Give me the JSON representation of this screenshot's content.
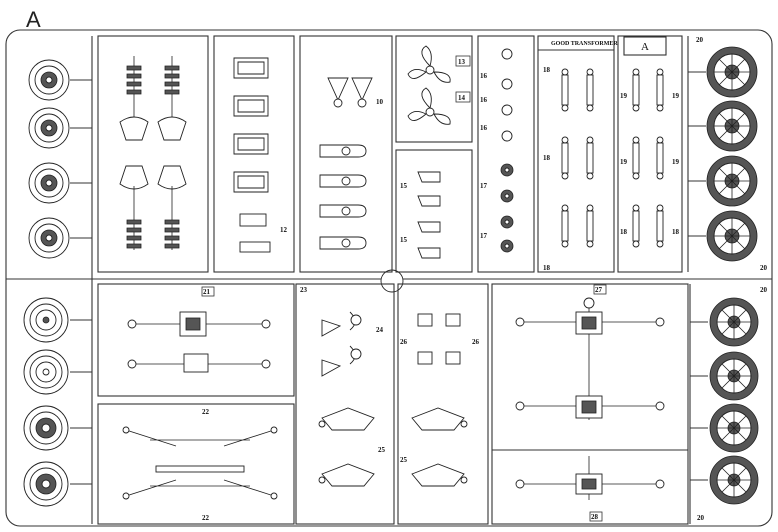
{
  "sprue": {
    "letter": "A",
    "header_box_letter": "A",
    "title": "GOOD TRANSFORMER"
  },
  "labels": {
    "p10": "10",
    "p12": "12",
    "p13": "13",
    "p14": "14",
    "p15a": "15",
    "p15b": "15",
    "p16a": "16",
    "p16b": "16",
    "p16c": "16",
    "p17a": "17",
    "p17b": "17",
    "p18a": "18",
    "p18b": "18",
    "p18c": "18",
    "p18d": "18",
    "p18e": "18",
    "p19a": "19",
    "p19b": "19",
    "p19c": "19",
    "p19d": "19",
    "p20a": "20",
    "p20b": "20",
    "p20c": "20",
    "p20d": "20",
    "p21": "21",
    "p22a": "22",
    "p22b": "22",
    "p23": "23",
    "p24": "24",
    "p25a": "25",
    "p25b": "25",
    "p26a": "26",
    "p26b": "26",
    "p27": "27",
    "p28": "28"
  }
}
